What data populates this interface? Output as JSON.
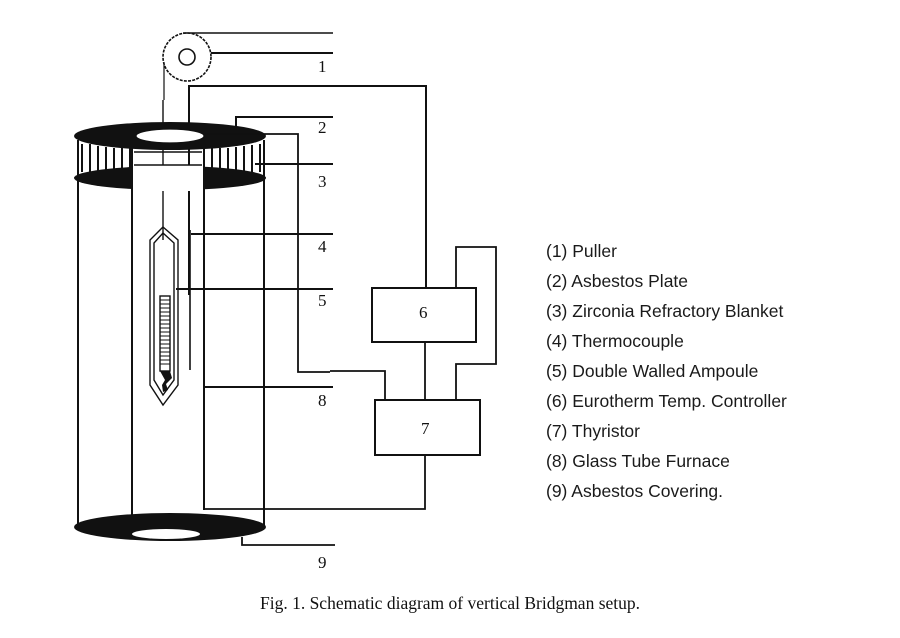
{
  "figure": {
    "caption": "Fig. 1. Schematic diagram of vertical Bridgman setup.",
    "callout_numbers": [
      "1",
      "2",
      "3",
      "4",
      "5",
      "6",
      "7",
      "8",
      "9"
    ],
    "boxes": {
      "controller": "6",
      "thyristor": "7"
    },
    "legend": [
      "(1) Puller",
      "(2) Asbestos Plate",
      "(3) Zirconia Refractory Blanket",
      "(4) Thermocouple",
      "(5) Double Walled Ampoule",
      "(6) Eurotherm Temp. Controller",
      "(7) Thyristor",
      "(8) Glass Tube Furnace",
      "(9) Asbestos Covering."
    ]
  }
}
